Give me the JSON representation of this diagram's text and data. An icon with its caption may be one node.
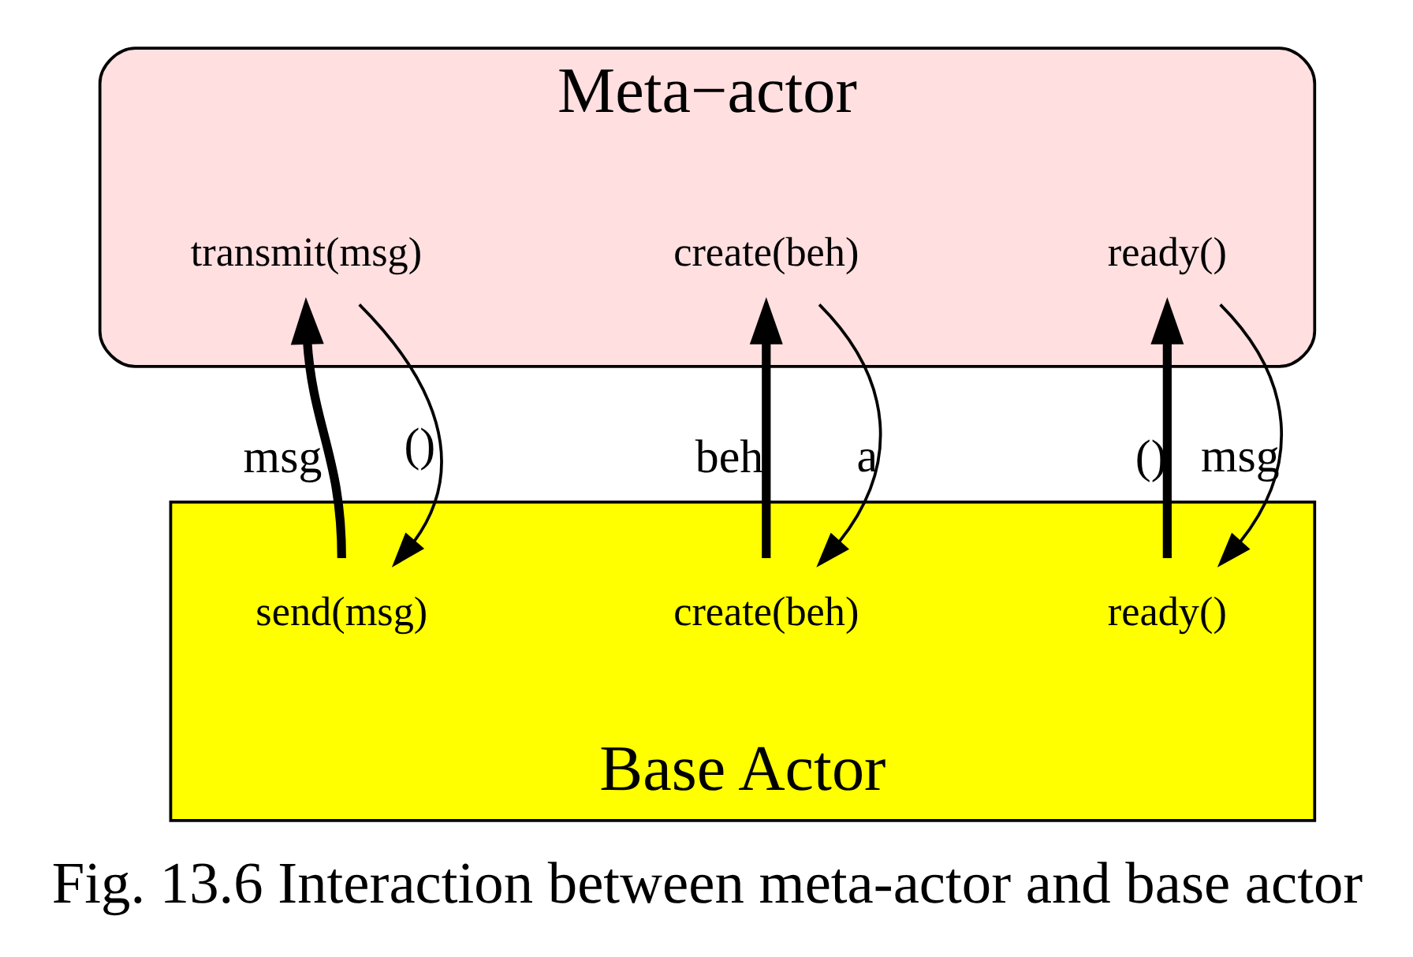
{
  "diagram": {
    "caption": "Fig. 13.6 Interaction between meta-actor and base actor",
    "nodes": [
      {
        "text": [
          "Meta−actor"
        ]
      },
      {
        "text": [
          "transmit(msg)"
        ],
        "in": 0
      },
      {
        "text": [
          "create(beh)"
        ],
        "in": 0
      },
      {
        "text": [
          "ready()"
        ],
        "in": 0
      },
      {
        "text": [
          "Base Actor"
        ]
      },
      {
        "text": [
          "send(msg)"
        ],
        "in": 4
      },
      {
        "text": [
          "create(beh)"
        ],
        "in": 4
      },
      {
        "text": [
          "ready()"
        ],
        "in": 4
      }
    ],
    "edges": [
      {
        "from": 5,
        "to": 1,
        "arrow": "to",
        "label": "msg",
        "style": "thick"
      },
      {
        "from": 1,
        "to": 5,
        "arrow": "to",
        "label": "()"
      },
      {
        "from": 6,
        "to": 2,
        "arrow": "to",
        "label": "beh",
        "style": "thick"
      },
      {
        "from": 2,
        "to": 6,
        "arrow": "to",
        "label": "a"
      },
      {
        "from": 7,
        "to": 3,
        "arrow": "to",
        "label": "()",
        "style": "thick"
      },
      {
        "from": 3,
        "to": 7,
        "arrow": "to",
        "label": "msg"
      }
    ]
  }
}
